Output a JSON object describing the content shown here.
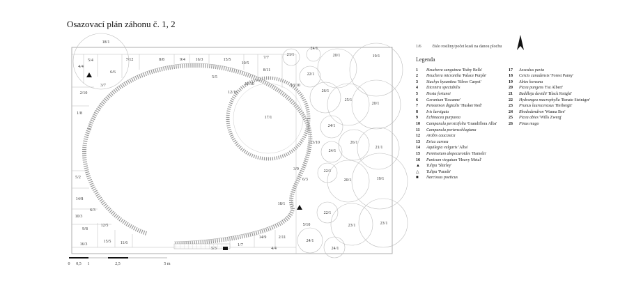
{
  "title": "Osazovací plán záhonu č. 1, 2",
  "key": {
    "code": "1/6",
    "text": "číslo rostliny/počet kusů na danou plochu"
  },
  "legend": {
    "title": "Legenda",
    "col1": [
      {
        "code": "1",
        "name": "Heuchera sanguinea",
        "cv": "'Ruby Bells'"
      },
      {
        "code": "2",
        "name": "Heuchera micrantha",
        "cv": "'Palace Purple'"
      },
      {
        "code": "3",
        "name": "Stachys byzantina",
        "cv": "'Silver Carpet'"
      },
      {
        "code": "4",
        "name": "Dicentra spectabilis",
        "cv": ""
      },
      {
        "code": "5",
        "name": "Hosta fortunei",
        "cv": ""
      },
      {
        "code": "6",
        "name": "Geranium",
        "cv": "'Rozanne'"
      },
      {
        "code": "7",
        "name": "Penstemon digitalis",
        "cv": "'Husker Red'"
      },
      {
        "code": "8",
        "name": "Iris laevigata",
        "cv": ""
      },
      {
        "code": "9",
        "name": "Echinacea purpurea",
        "cv": ""
      },
      {
        "code": "10",
        "name": "Campanula persicifolia",
        "cv": "'Grandiflora Alba'"
      },
      {
        "code": "11",
        "name": "Campanula portenschlagiana",
        "cv": ""
      },
      {
        "code": "12",
        "name": "Arabis caucasica",
        "cv": ""
      },
      {
        "code": "13",
        "name": "Erica carnea",
        "cv": ""
      },
      {
        "code": "14",
        "name": "Aquilegia vulgaris",
        "cv": "'Alba'"
      },
      {
        "code": "15",
        "name": "Pennisetum alopecuroides",
        "cv": "'Hameln'"
      },
      {
        "code": "16",
        "name": "Panicum virgatum",
        "cv": "'Heavy Metal'"
      },
      {
        "code": "▲",
        "name": "Tulipa",
        "cv": "'Shirley'"
      },
      {
        "code": "△",
        "name": "Tulipa",
        "cv": "'Parade'"
      },
      {
        "code": "■",
        "name": "Narcissus poeticus",
        "cv": ""
      }
    ],
    "col2": [
      {
        "code": "17",
        "name": "Aesculus pavia",
        "cv": ""
      },
      {
        "code": "18",
        "name": "Cercis canadensis",
        "cv": "'Forest Pansy'"
      },
      {
        "code": "19",
        "name": "Abies koreana",
        "cv": ""
      },
      {
        "code": "20",
        "name": "Picea pungens",
        "cv": "'Fat Albert'"
      },
      {
        "code": "21",
        "name": "Buddleja davidii",
        "cv": "'Black Knight'"
      },
      {
        "code": "22",
        "name": "Hydrangea macrophylla",
        "cv": "'Renate Steiniger'"
      },
      {
        "code": "23",
        "name": "Prunus laurocerasus",
        "cv": "'Herbergii'"
      },
      {
        "code": "24",
        "name": "Rhododendron",
        "cv": "'Wanna Bee'"
      },
      {
        "code": "25",
        "name": "Picea abies",
        "cv": "'Wills Zwerg'"
      },
      {
        "code": "26",
        "name": "Pinus mugo",
        "cv": ""
      }
    ]
  },
  "scale": {
    "labels": [
      "0",
      "0,5",
      "1",
      "2,5",
      "5 m"
    ]
  },
  "areas": [
    "18/1",
    "5/4",
    "4/4",
    "6/6",
    "7/12",
    "8/8",
    "9/4",
    "16/3",
    "15/5",
    "7/7",
    "10/5",
    "8/11",
    "2/10",
    "3/7",
    "5/5",
    "12/16",
    "11/10",
    "13/10",
    "1/8",
    "17/1",
    "13/10",
    "3/9",
    "6/3",
    "18/1",
    "5/2",
    "14/8",
    "6/3",
    "10/3",
    "9/8",
    "12/5",
    "16/3",
    "15/5",
    "11/6",
    "5/3",
    "1/7",
    "14/9",
    "2/11",
    "4/4",
    "5/10",
    "21/1",
    "24/1",
    "20/1",
    "19/1",
    "22/1",
    "26/1",
    "25/1",
    "20/1",
    "24/1",
    "26/1",
    "21/1",
    "24/1",
    "22/1",
    "20/1",
    "19/1",
    "22/1",
    "23/1",
    "23/1",
    "24/1",
    "24/1"
  ]
}
